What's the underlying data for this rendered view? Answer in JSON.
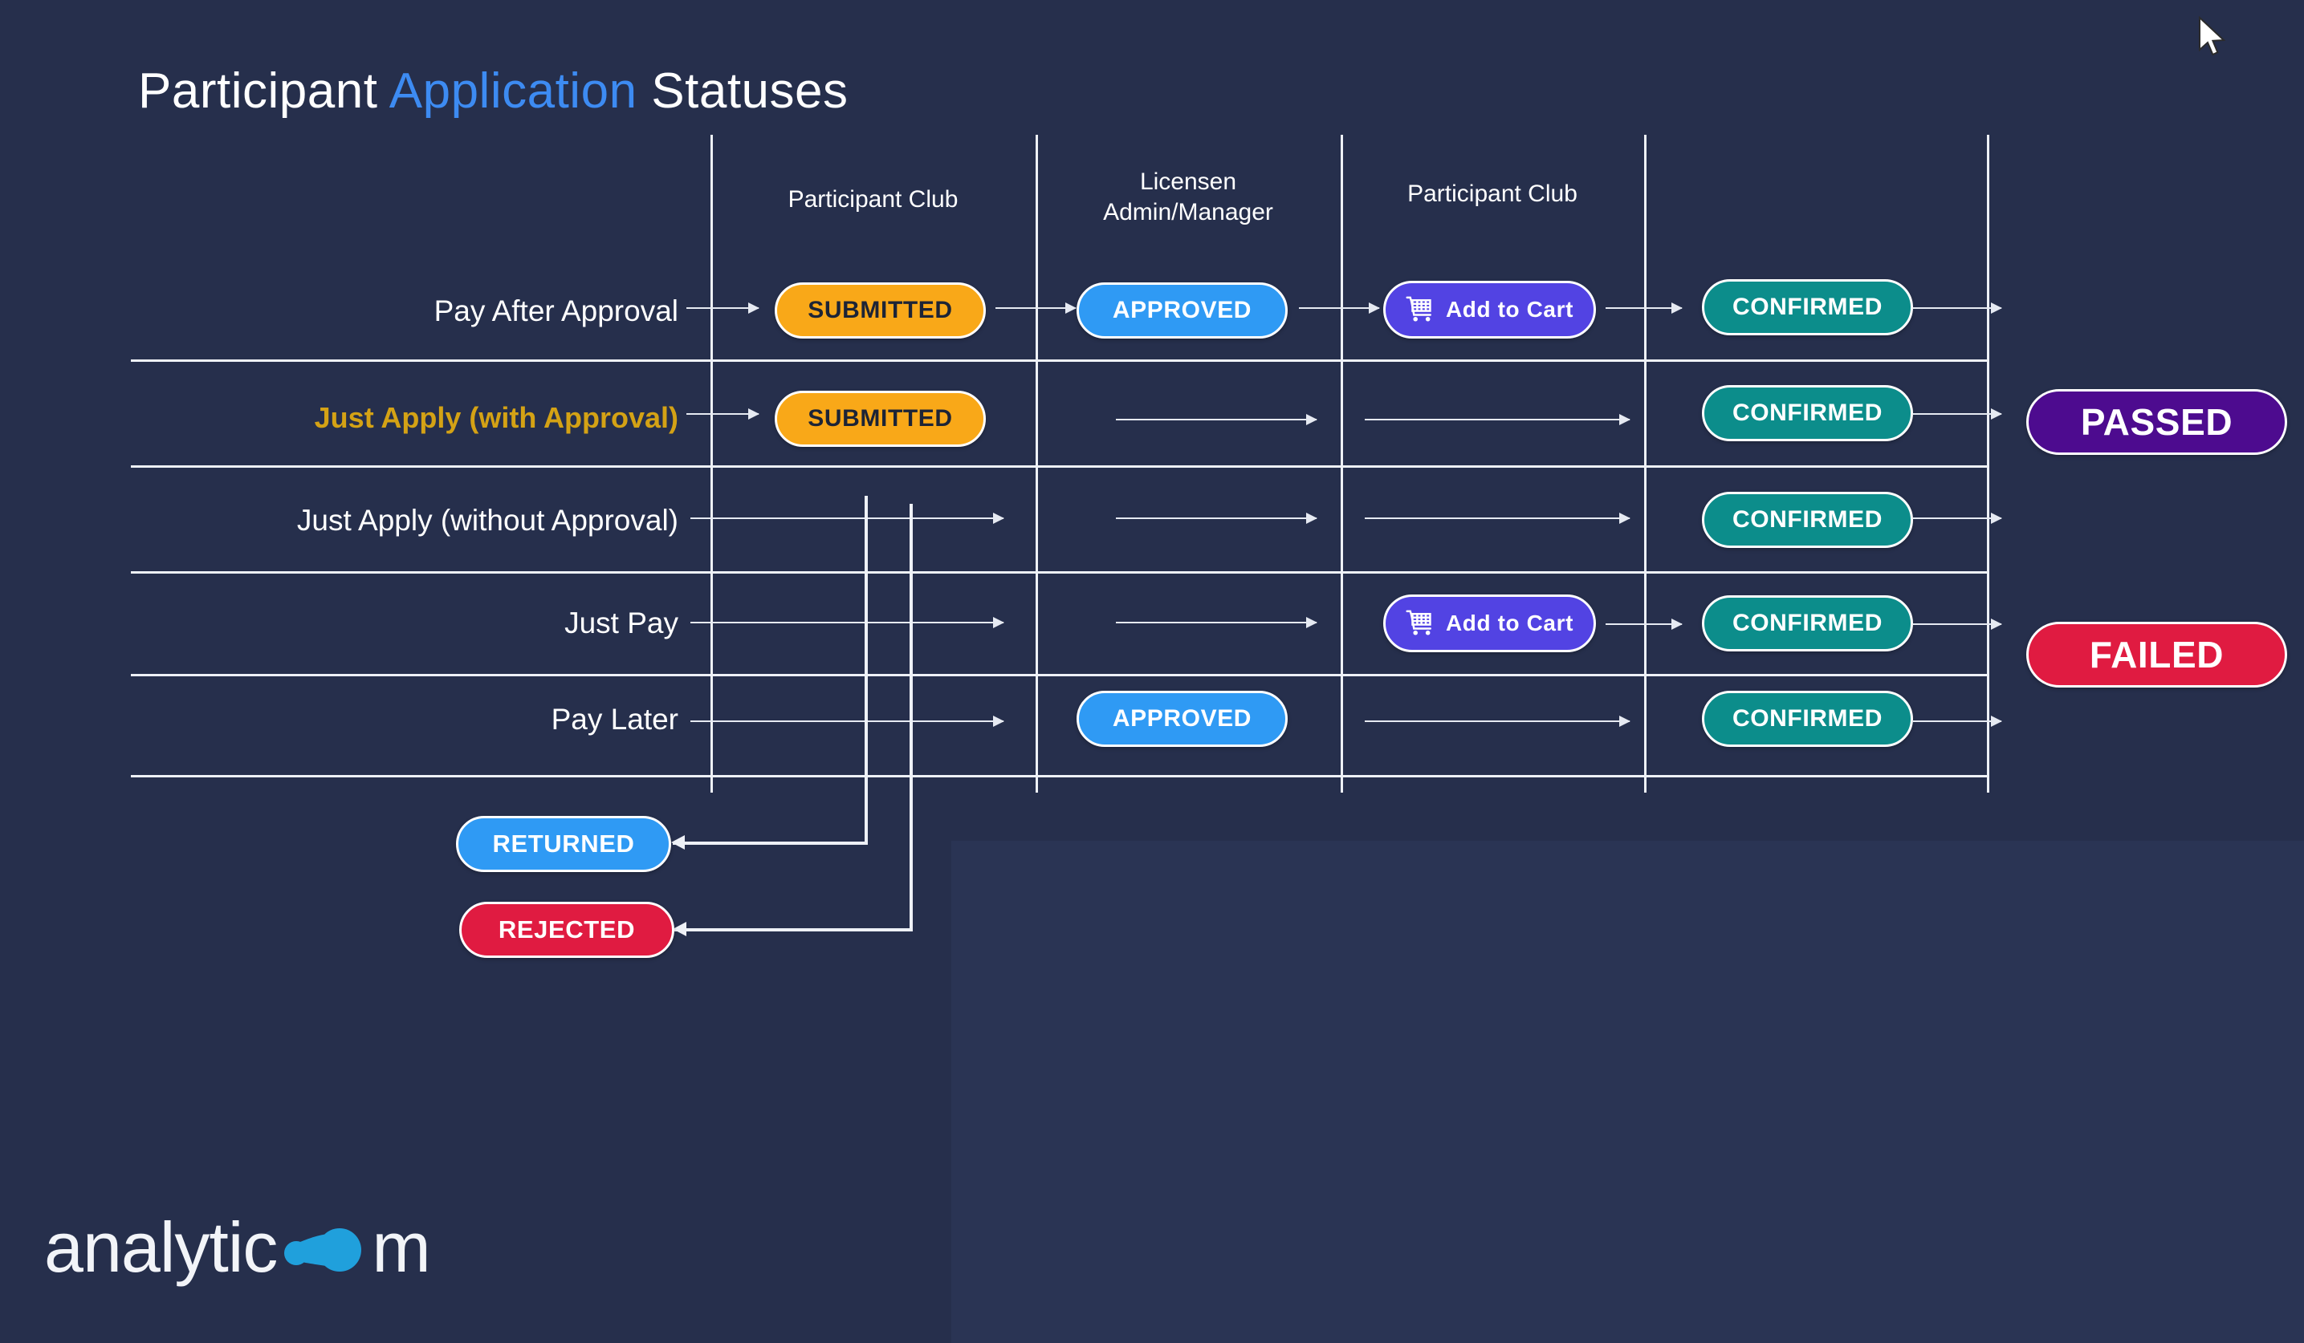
{
  "title": {
    "prefix": "Participant ",
    "accent": "Application",
    "suffix": " Statuses",
    "accent_color": "#3d8bf2"
  },
  "theme": {
    "background": "#262f4c",
    "line": "#eef1f7",
    "text": "#ffffff",
    "gold": "#d4a215"
  },
  "columns": [
    {
      "label": "Participant Club"
    },
    {
      "label": "Licensen\nAdmin/Manager"
    },
    {
      "label": "Participant Club"
    }
  ],
  "rows": [
    {
      "label": "Pay After Approval",
      "highlight": false
    },
    {
      "label": "Just Apply (with Approval)",
      "highlight": true
    },
    {
      "label": "Just Apply (without Approval)",
      "highlight": false
    },
    {
      "label": "Just Pay",
      "highlight": false
    },
    {
      "label": "Pay Later",
      "highlight": false
    }
  ],
  "statuses": {
    "submitted": {
      "label": "SUBMITTED",
      "color": "#f9a818",
      "text_color": "#1d2436"
    },
    "approved": {
      "label": "APPROVED",
      "color": "#2f9af4",
      "text_color": "#ffffff"
    },
    "cart": {
      "label": "Add to Cart",
      "color": "#5243e3",
      "text_color": "#ffffff",
      "icon": "shopping-cart-icon"
    },
    "confirmed": {
      "label": "CONFIRMED",
      "color": "#0c8d8b",
      "text_color": "#ffffff"
    },
    "passed": {
      "label": "PASSED",
      "color": "#4d0b8f",
      "text_color": "#ffffff"
    },
    "failed": {
      "label": "FAILED",
      "color": "#e01b41",
      "text_color": "#ffffff"
    },
    "returned": {
      "label": "RETURNED",
      "color": "#2f9af4",
      "text_color": "#ffffff"
    },
    "rejected": {
      "label": "REJECTED",
      "color": "#e01b41",
      "text_color": "#ffffff"
    }
  },
  "matrix": [
    {
      "row": "Pay After Approval",
      "cells": [
        "submitted",
        null,
        "cart",
        "confirmed"
      ],
      "outcome": null
    },
    {
      "row": "Just Apply (with Approval)",
      "cells": [
        "submitted",
        null,
        null,
        "confirmed"
      ],
      "outcome": "passed"
    },
    {
      "row": "Just Apply (without Approval)",
      "cells": [
        null,
        null,
        null,
        "confirmed"
      ],
      "outcome": null
    },
    {
      "row": "Just Pay",
      "cells": [
        null,
        null,
        "cart",
        "confirmed"
      ],
      "outcome": null
    },
    {
      "row": "Pay Later",
      "cells": [
        null,
        "approved",
        null,
        "confirmed"
      ],
      "outcome": "failed"
    }
  ],
  "outcomes": [
    {
      "key": "passed",
      "label": "PASSED"
    },
    {
      "key": "failed",
      "label": "FAILED"
    }
  ],
  "rejection_branch": [
    {
      "key": "returned",
      "label": "RETURNED"
    },
    {
      "key": "rejected",
      "label": "REJECTED"
    }
  ],
  "brand": {
    "text_before": "analytic",
    "mark": "o",
    "text_after": "m",
    "mark_color": "#20a0dc"
  }
}
